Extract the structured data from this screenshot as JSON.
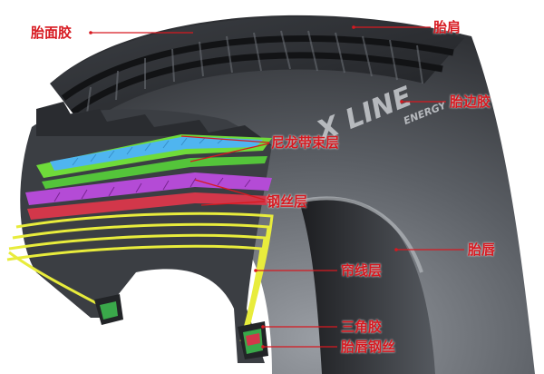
{
  "labels": {
    "tread": "胎面胶",
    "shoulder": "胎肩",
    "sidewall": "胎边胶",
    "nylon_belt": "尼龙带束层",
    "steel_belt": "钢丝层",
    "bead": "胎唇",
    "ply": "帘线层",
    "apex": "三角胶",
    "bead_wire": "胎唇钢丝"
  },
  "sidewall_text": {
    "brand": "X LINE",
    "sub": "ENERGY"
  },
  "colors": {
    "label": "#d71920",
    "leader_line": "#d71920",
    "rubber_dark": "#2b2d30",
    "rubber_mid": "#4a4d52",
    "rubber_light": "#8b8f95",
    "nylon_green": "#6fdb3a",
    "nylon_blue": "#4fb5f0",
    "steel_purple": "#b44bd6",
    "steel_red": "#d2374a",
    "ply_yellow": "#e8ec3c",
    "bead_green": "#3aa84a"
  }
}
